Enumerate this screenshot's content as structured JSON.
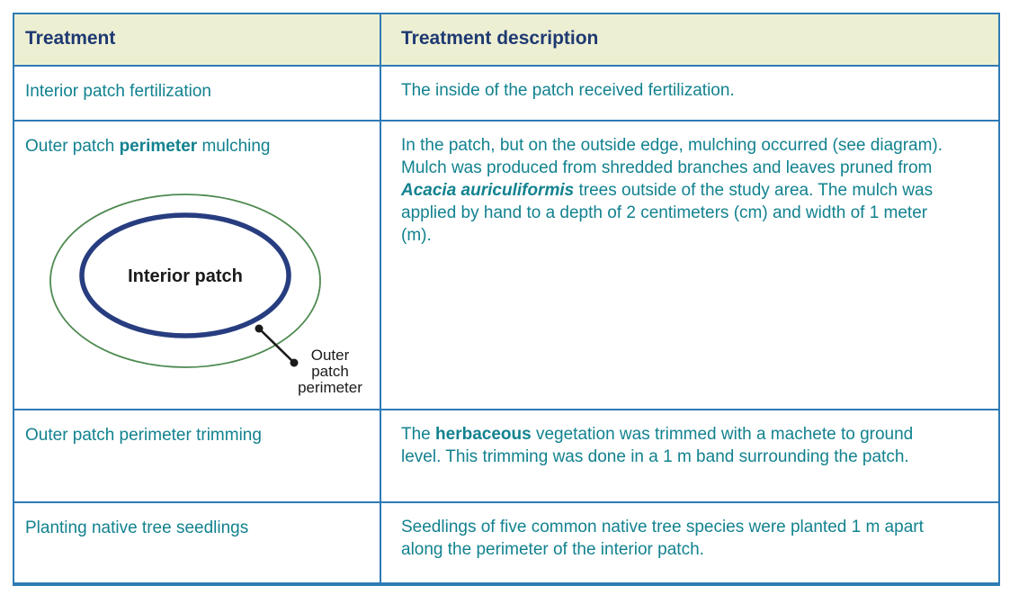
{
  "table": {
    "header": {
      "treatment": "Treatment",
      "description": "Treatment description"
    },
    "rows": [
      {
        "treatment": [
          {
            "text": "Interior patch fertilization",
            "style": "normal"
          }
        ],
        "description": [
          {
            "text": "The inside of the patch received fertilization.",
            "style": "normal"
          }
        ]
      },
      {
        "treatment": [
          {
            "text": "Outer patch ",
            "style": "normal"
          },
          {
            "text": "perimeter",
            "style": "bold"
          },
          {
            "text": " mulching",
            "style": "normal"
          }
        ],
        "description": [
          {
            "text": "In the patch, but on the outside edge, mulching occurred (see diagram). Mulch was produced from shredded branches and leaves pruned from ",
            "style": "normal"
          },
          {
            "text": "Acacia auriculiformis",
            "style": "bold-italic"
          },
          {
            "text": " trees outside of the study area. The mulch was applied by hand to a depth of 2 centimeters (cm) and width of 1 meter (m).",
            "style": "normal"
          }
        ],
        "has_diagram": true
      },
      {
        "treatment": [
          {
            "text": "Outer patch perimeter trimming",
            "style": "normal"
          }
        ],
        "description": [
          {
            "text": "The ",
            "style": "normal"
          },
          {
            "text": "herbaceous",
            "style": "bold"
          },
          {
            "text": " vegetation was trimmed with a machete to ground level. This trimming was done in a 1 m band surrounding the patch.",
            "style": "normal"
          }
        ]
      },
      {
        "treatment": [
          {
            "text": "Planting native tree seedlings",
            "style": "normal"
          }
        ],
        "description": [
          {
            "text": "Seedlings of five common native tree species were planted 1 m apart along the perimeter of the interior patch.",
            "style": "normal"
          }
        ]
      }
    ]
  },
  "diagram": {
    "interior_patch_label": "Interior patch",
    "callout_label_lines": [
      "Outer",
      "patch",
      "perimeter"
    ]
  },
  "colors": {
    "table_border": "#2e7bb5",
    "header_bg": "#edefd3",
    "header_text": "#1f3a72",
    "body_text": "#12828f",
    "outer_ellipse_green": "#4e8a50",
    "interior_ellipse_navy": "#273d80",
    "diagram_black": "#1a1a1a"
  }
}
